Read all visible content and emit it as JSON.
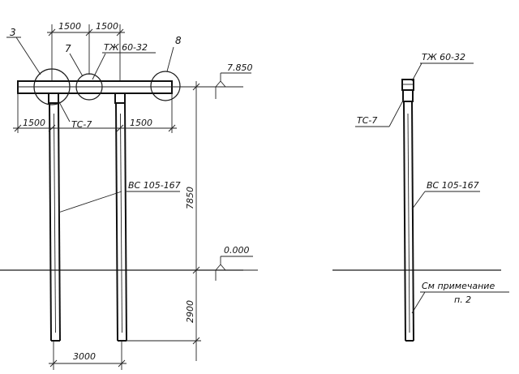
{
  "labels": {
    "callout_3": "3",
    "callout_7": "7",
    "callout_8": "8",
    "dim_1500_top_left": "1500",
    "dim_1500_top_right": "1500",
    "beam_label_front": "ТЖ 60-32",
    "elevation_top": "7.850",
    "dim_1500_left": "1500",
    "cap_label_front": "ТС-7",
    "dim_1500_right": "1500",
    "pole_label_front": "ВС 105-167",
    "dim_7850": "7850",
    "elevation_zero": "0.000",
    "dim_2900": "2900",
    "dim_3000": "3000",
    "beam_label_side": "ТЖ 60-32",
    "cap_label_side": "ТС-7",
    "pole_label_side": "ВС 105-167",
    "note_line1": "См примечание",
    "note_line2": "п. 2"
  }
}
